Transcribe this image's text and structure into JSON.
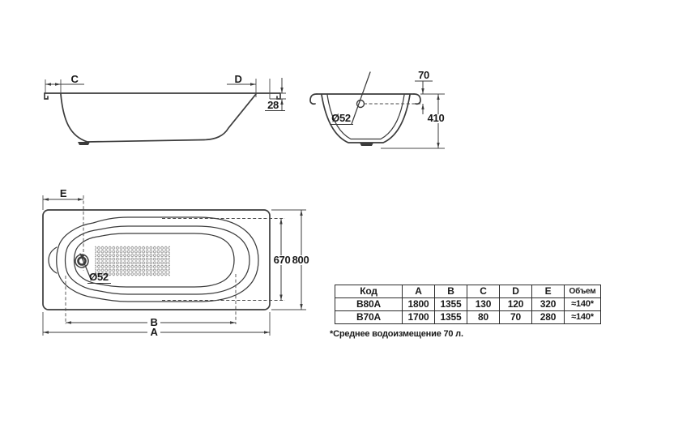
{
  "side_view": {
    "label_c": "C",
    "label_d": "D",
    "rim_height": "28"
  },
  "section_view": {
    "overflow_offset": "70",
    "depth": "410",
    "overflow_diameter": "Ø52"
  },
  "plan_view": {
    "label_e": "E",
    "drain_diameter": "Ø52",
    "inner_length": "670",
    "outer_width": "800",
    "label_b": "B",
    "label_a": "A"
  },
  "table": {
    "headers": [
      "Код",
      "A",
      "B",
      "C",
      "D",
      "E",
      "Объем"
    ],
    "rows": [
      {
        "code": "B80A",
        "a": "1800",
        "b": "1355",
        "c": "130",
        "d": "120",
        "e": "320",
        "volume": "≈140*"
      },
      {
        "code": "B70A",
        "a": "1700",
        "b": "1355",
        "c": "80",
        "d": "70",
        "e": "280",
        "volume": "≈140*"
      }
    ]
  },
  "footnote": "*Среднее водоизмещение 70 л.",
  "colors": {
    "line": "#3b3b3b",
    "text": "#1a1a1a",
    "background": "#ffffff",
    "pattern_dot": "#949494"
  }
}
